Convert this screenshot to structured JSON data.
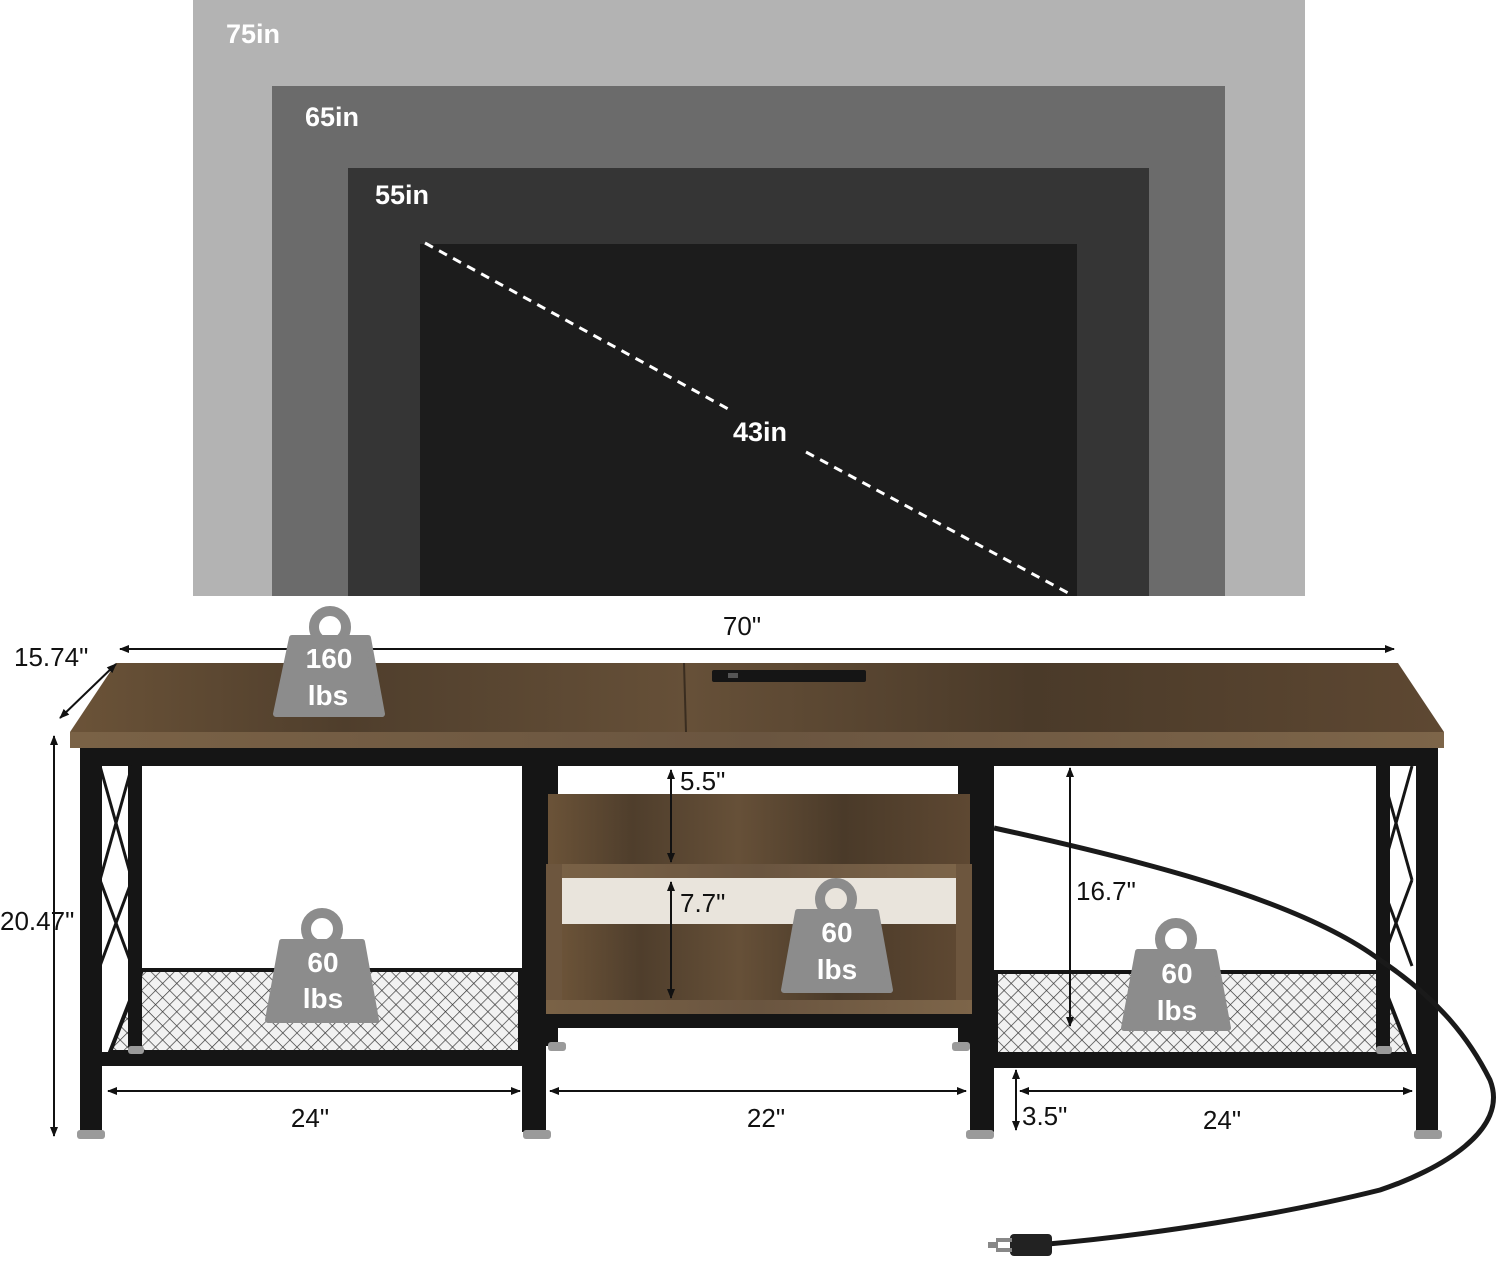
{
  "tv_sizes": {
    "size_75": "75in",
    "size_65": "65in",
    "size_55": "55in",
    "size_43": "43in"
  },
  "dimensions": {
    "overall_width": "70\"",
    "depth": "15.74\"",
    "height": "20.47\"",
    "left_bay_width": "24\"",
    "center_bay_width": "22\"",
    "right_bay_width": "24\"",
    "top_compartment_height": "5.5\"",
    "middle_compartment_height": "7.7\"",
    "side_clearance_height": "16.7\"",
    "ground_clearance": "3.5\""
  },
  "weight_capacities": {
    "top": {
      "value": "160",
      "unit": "lbs"
    },
    "left_shelf": {
      "value": "60",
      "unit": "lbs"
    },
    "center_shelf": {
      "value": "60",
      "unit": "lbs"
    },
    "right_shelf": {
      "value": "60",
      "unit": "lbs"
    }
  },
  "colors": {
    "tv_75": "#b3b3b3",
    "tv_65": "#6b6b6b",
    "tv_55": "#353535",
    "tv_43": "#1c1c1c",
    "wood": "#5a4632",
    "frame": "#151515",
    "weight_icon": "#8c8c8c"
  }
}
